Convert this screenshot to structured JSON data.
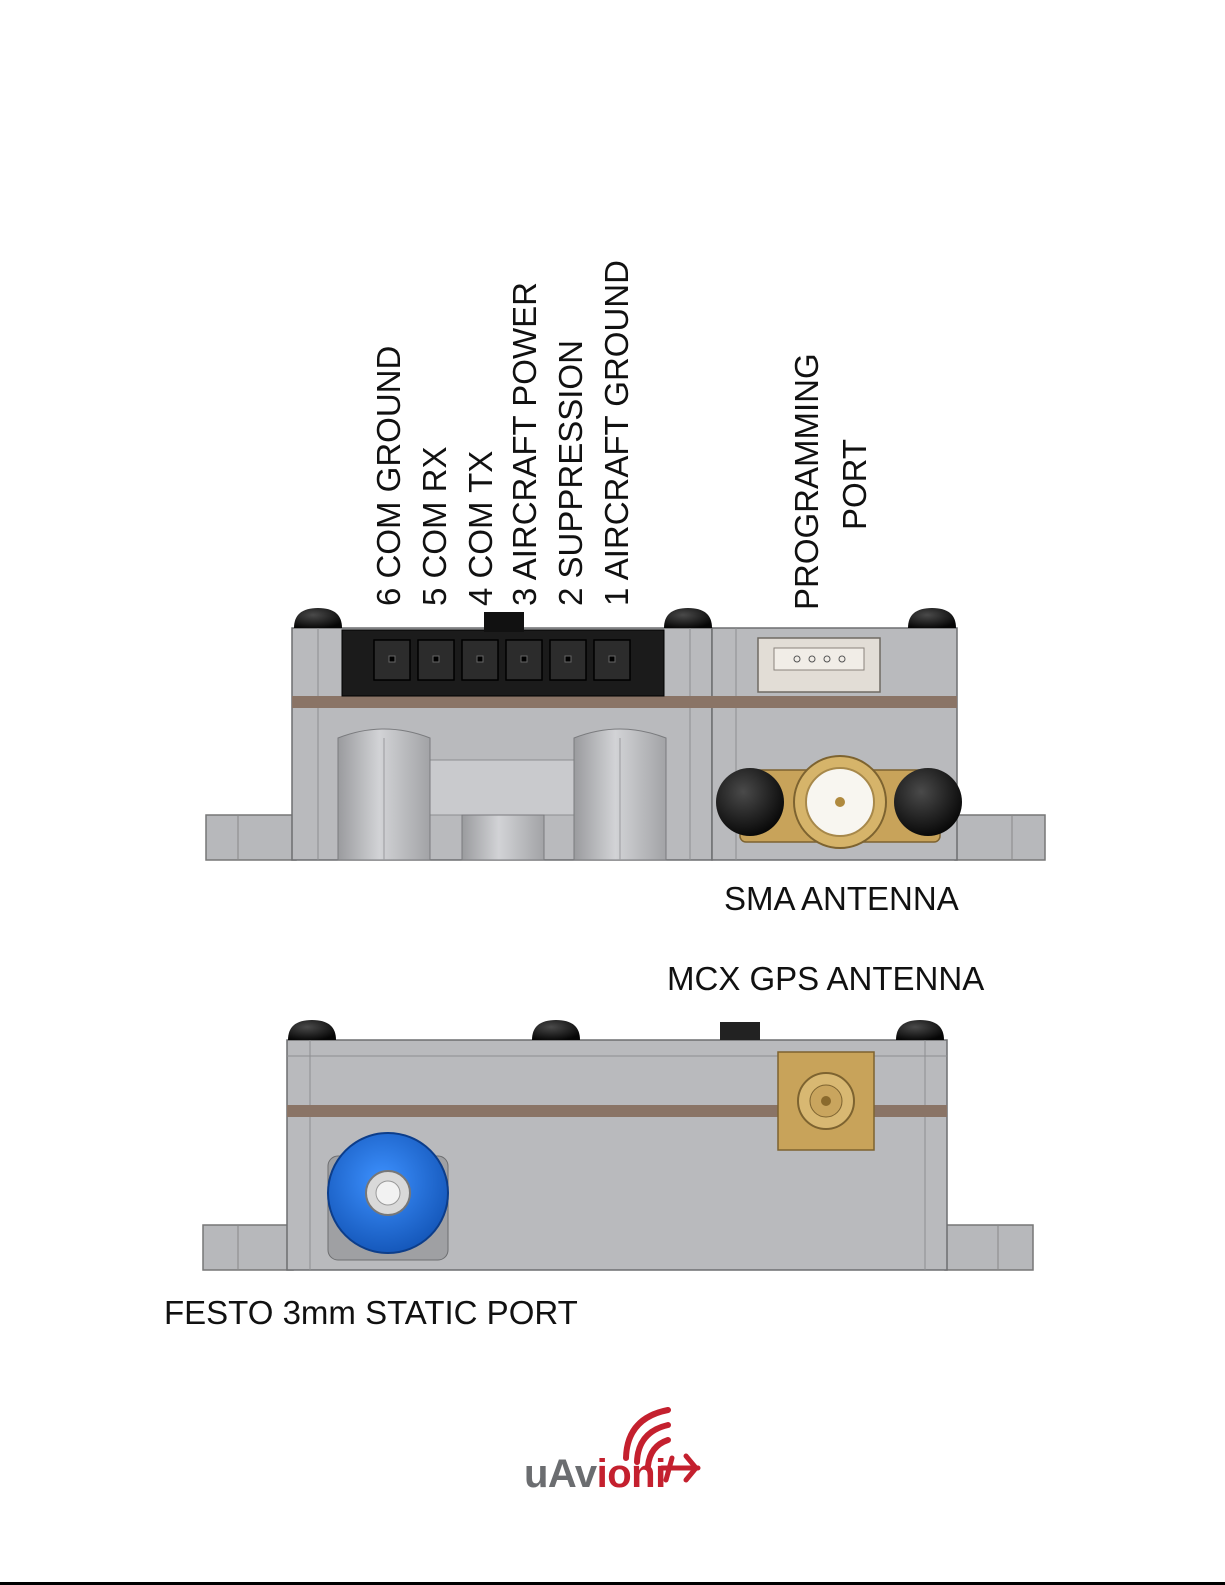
{
  "connector_pins": [
    "6 COM GROUND",
    "5 COM RX",
    "4 COM TX",
    "3 AIRCRAFT POWER",
    "2 SUPPRESSION",
    "1 AIRCRAFT GROUND"
  ],
  "programming_port": {
    "line1": "PROGRAMMING",
    "line2": "PORT"
  },
  "sma_antenna": "SMA ANTENNA",
  "mcx_gps_antenna": "MCX GPS ANTENNA",
  "static_port": "FESTO 3mm STATIC PORT",
  "logo": {
    "part1": "uAv",
    "part2": "ioni"
  },
  "colors": {
    "housing": "#b9babd",
    "housing_dark": "#9fa0a3",
    "stripe": "#8a7466",
    "brass": "#c8a35a",
    "static_port_blue": "#1f72d6",
    "brand_red": "#c4202e",
    "brand_grey": "#6b6d70"
  }
}
